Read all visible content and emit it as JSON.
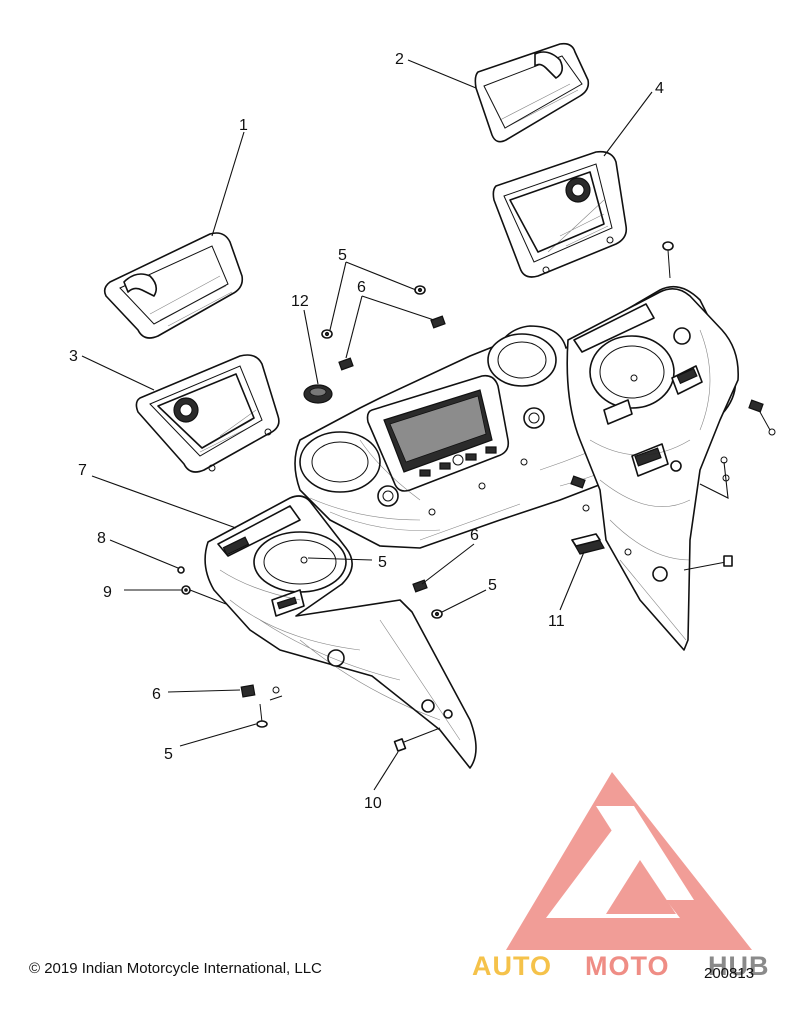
{
  "callouts": {
    "c1": "1",
    "c2": "2",
    "c3": "3",
    "c4": "4",
    "c5a": "5",
    "c6a": "6",
    "c12": "12",
    "c5b": "5",
    "c7": "7",
    "c8": "8",
    "c9": "9",
    "c6b": "6",
    "c5c": "5",
    "c11": "11",
    "c6c": "6",
    "c5d": "5",
    "c10": "10"
  },
  "footer": {
    "copyright": "© 2019 Indian Motorcycle International, LLC",
    "diagram_number": "200813"
  },
  "watermark": {
    "brand_part1": "AUTO",
    "brand_part2": "MOTO",
    "brand_part3": "HUB",
    "colors": {
      "logo_red": "#ef8d85",
      "auto_yellow": "#f5c24a",
      "moto_red": "#ef8d85",
      "hub_gray": "#8a8a8a"
    }
  }
}
